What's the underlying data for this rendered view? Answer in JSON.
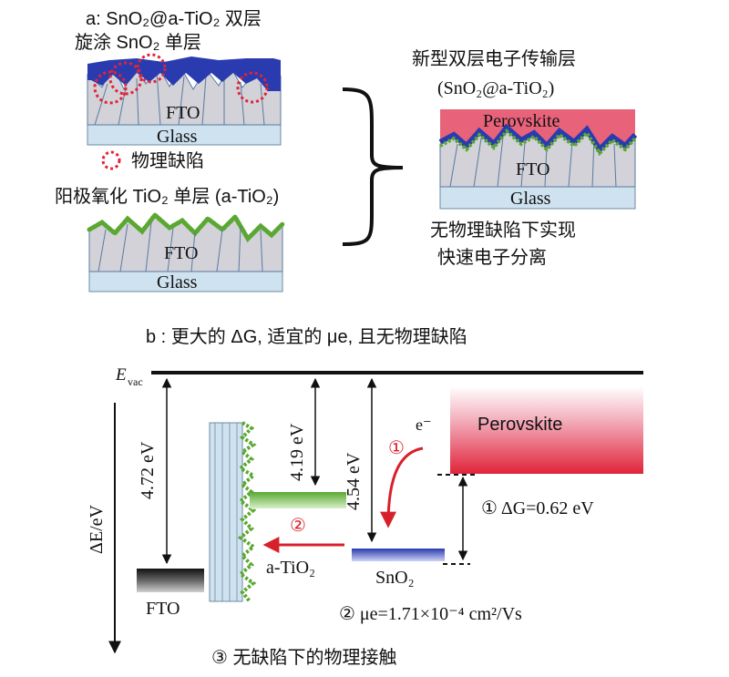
{
  "panel_a": {
    "title": "a: SnO₂@a-TiO₂ 双层",
    "spin_label": "旋涂 SnO₂ 单层",
    "fto": "FTO",
    "glass": "Glass",
    "defect_legend": "物理缺陷",
    "anodic_label": "阳极氧化 TiO₂ 单层 (a-TiO₂)",
    "fto2": "FTO",
    "glass2": "Glass",
    "right_title1": "新型双层电子传输层",
    "right_title2": "(SnO₂@a-TiO₂)",
    "perovskite": "Perovskite",
    "fto3": "FTO",
    "glass3": "Glass",
    "right_caption1": "无物理缺陷下实现",
    "right_caption2": "快速电子分离"
  },
  "panel_b": {
    "title": "b : 更大的 ΔG, 适宜的 μe, 且无物理缺陷",
    "evac_main": "E",
    "evac_sub": "vac",
    "axis_label": "ΔE/eV",
    "e1": "4.72 eV",
    "e2": "4.19 eV",
    "e3": "4.54 eV",
    "perovskite": "Perovskite",
    "electron": "e⁻",
    "n1": "①",
    "n2": "②",
    "fto": "FTO",
    "atio2": "a-TiO₂",
    "sno2": "SnO₂",
    "dg_text": "① ΔG=0.62 eV",
    "mu_text": "② μe=1.71×10⁻⁴ cm²/Vs",
    "contact_text": "③ 无缺陷下的物理接触"
  },
  "colors": {
    "sno2_blue": "#2a3bb0",
    "defect_red": "#e0243a",
    "perovskite_pink": "#e8637a",
    "atio2_green": "#5aa832",
    "glass_blue": "#cfe2f0",
    "fto_gray": "#cfcfd3",
    "arrow_red": "#d8202a"
  }
}
